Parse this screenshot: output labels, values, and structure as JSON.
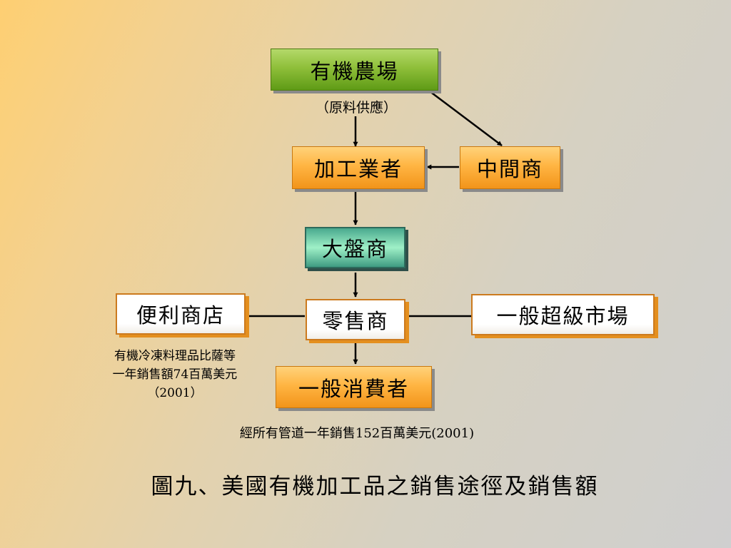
{
  "nodes": {
    "farm": "有機農場",
    "farm_note": "（原料供應）",
    "processor": "加工業者",
    "middleman": "中間商",
    "wholesaler": "大盤商",
    "retailer": "零售商",
    "convenience_store": "便利商店",
    "supermarket": "一般超級市場",
    "consumer": "一般消費者"
  },
  "notes": {
    "convenience_line1": "有機冷凍料理品比薩等",
    "convenience_line2": "一年銷售額74百萬美元",
    "convenience_line3": "（2001）",
    "total": "經所有管道一年銷售152百萬美元(2001)"
  },
  "caption": "圖九、美國有機加工品之銷售途徑及銷售額",
  "colors": {
    "farm": "#8fbf3a",
    "orange_box": "#ffb543",
    "wholesaler": "#6fd3a8",
    "white_box_border": "#e48f1e"
  }
}
